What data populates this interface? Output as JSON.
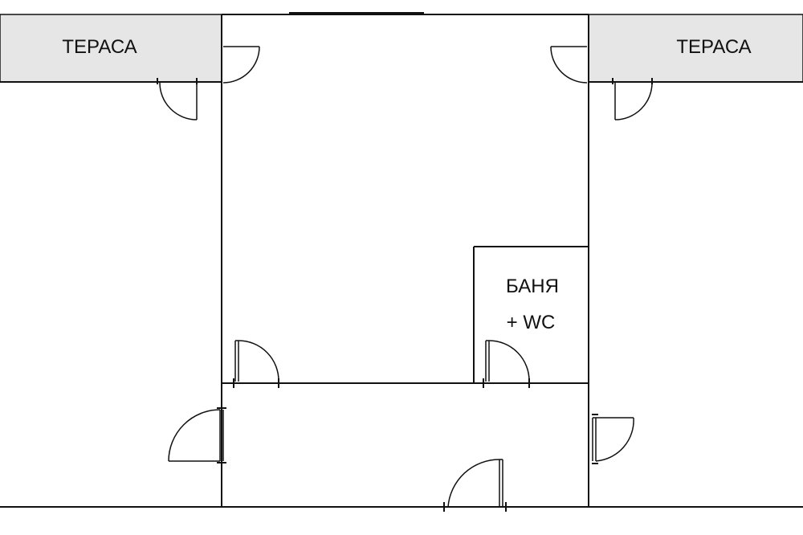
{
  "labels": {
    "terrace_left": "ТЕРАСА",
    "terrace_right": "ТЕРАСА",
    "bathroom_line1": "БАНЯ",
    "bathroom_line2": "+ WC"
  },
  "colors": {
    "terrace_fill": "#e6e6e6",
    "wall": "#111111",
    "background": "#ffffff"
  }
}
